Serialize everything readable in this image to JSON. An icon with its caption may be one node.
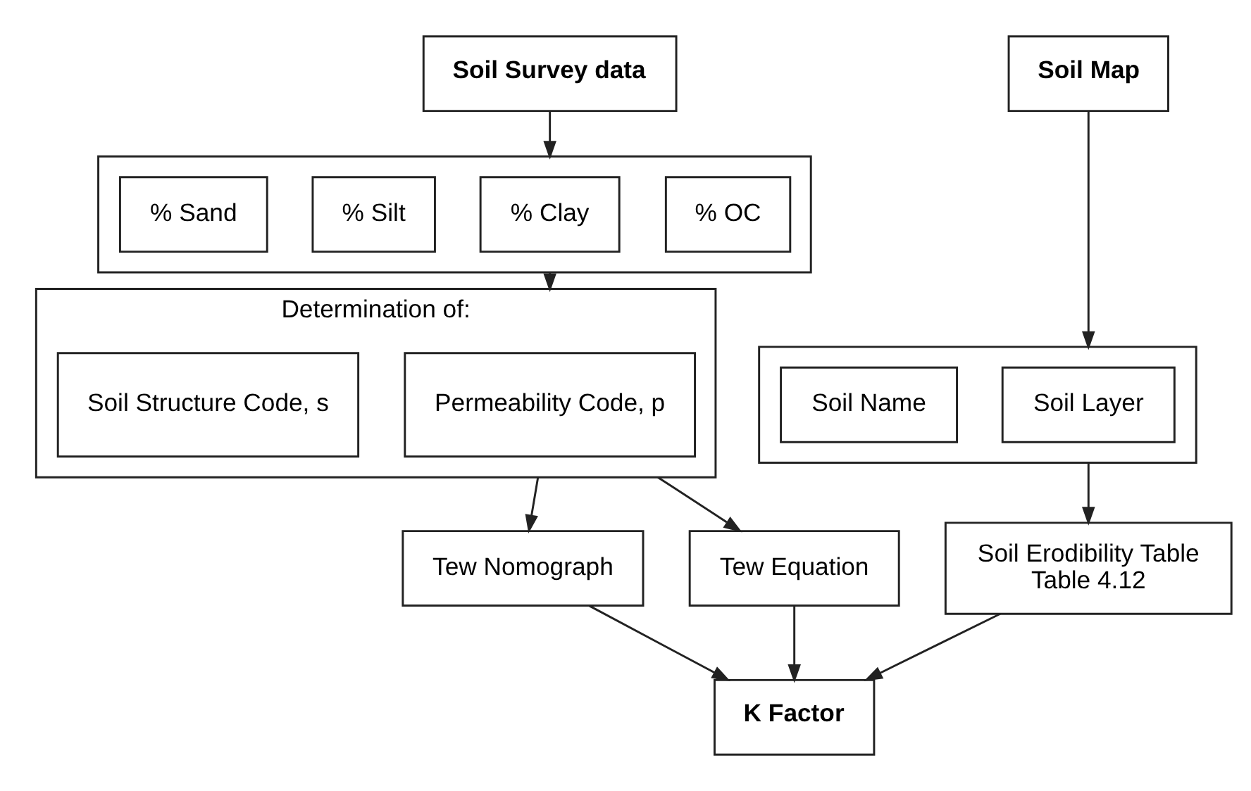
{
  "diagram": {
    "nodes": [
      {
        "text": [
          "Soil Survey data"
        ]
      },
      {
        "text": [],
        "shape": "box"
      },
      {
        "text": [
          "% Sand"
        ],
        "in": 1
      },
      {
        "text": [
          "% Silt"
        ],
        "in": 1
      },
      {
        "text": [
          "% Clay"
        ],
        "in": 1
      },
      {
        "text": [
          "% OC"
        ],
        "in": 1
      },
      {
        "text": [
          "Soil Map"
        ]
      },
      {
        "text": [],
        "shape": "box"
      },
      {
        "text": [
          "Soil Name"
        ],
        "in": 7
      },
      {
        "text": [
          "Soil Layer"
        ],
        "in": 7
      },
      {
        "text": [
          "Determination of:"
        ]
      },
      {
        "text": [
          "Soil Structure Code, s"
        ],
        "in": 10
      },
      {
        "text": [
          "Permeability Code, p"
        ],
        "in": 10
      },
      {
        "text": [
          "Tew Nomograph"
        ]
      },
      {
        "text": [
          "Tew Equation"
        ]
      },
      {
        "text": [
          "Soil Erodibility Table",
          "Table 4.12"
        ]
      },
      {
        "text": [
          "K Factor"
        ]
      }
    ],
    "edges": [
      {
        "from": 0,
        "to": 1,
        "arrow": "to"
      },
      {
        "from": 6,
        "to": 7,
        "arrow": "to"
      },
      {
        "from": 1,
        "to": 10,
        "arrow": "to"
      },
      {
        "from": 10,
        "to": 13,
        "arrow": "to"
      },
      {
        "from": 10,
        "to": 14,
        "arrow": "to"
      },
      {
        "from": 7,
        "to": 15,
        "arrow": "to"
      },
      {
        "from": 13,
        "to": 16,
        "arrow": "to"
      },
      {
        "from": 14,
        "to": 16,
        "arrow": "to"
      },
      {
        "from": 15,
        "to": 16,
        "arrow": "to"
      }
    ]
  }
}
